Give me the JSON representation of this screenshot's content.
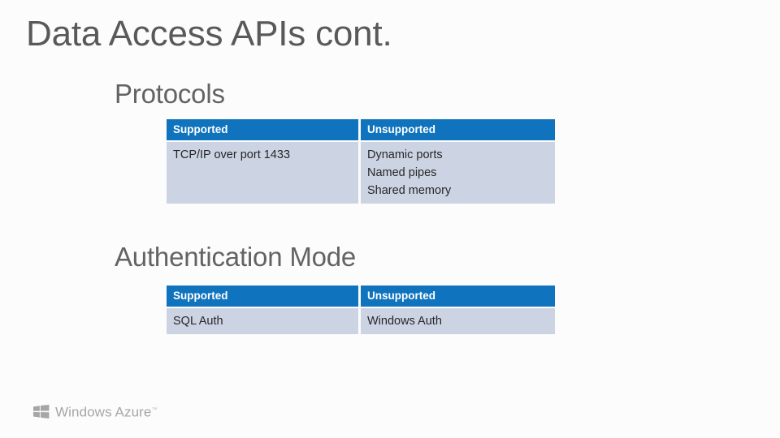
{
  "slide": {
    "title": "Data Access APIs cont.",
    "background_color": "#fcfcfc",
    "title_color": "#595959"
  },
  "theme": {
    "header_blue": "#0f73bd",
    "cell_fill": "#ccd4e4",
    "heading_color": "#636363",
    "body_text_color": "#262626",
    "logo_color": "#a6a6a6"
  },
  "sections": [
    {
      "heading": "Protocols",
      "table": {
        "columns": [
          "Supported",
          "Unsupported"
        ],
        "rows": [
          {
            "supported": [
              "TCP/IP over port 1433"
            ],
            "unsupported": [
              "Dynamic ports",
              "Named pipes",
              "Shared memory"
            ]
          }
        ]
      }
    },
    {
      "heading": "Authentication Mode",
      "table": {
        "columns": [
          "Supported",
          "Unsupported"
        ],
        "rows": [
          {
            "supported": [
              "SQL Auth"
            ],
            "unsupported": [
              "Windows Auth"
            ]
          }
        ]
      }
    }
  ],
  "footer": {
    "logo_text": "Windows Azure",
    "logo_trademark": "™",
    "logo_icon": "windows-flag-icon"
  }
}
